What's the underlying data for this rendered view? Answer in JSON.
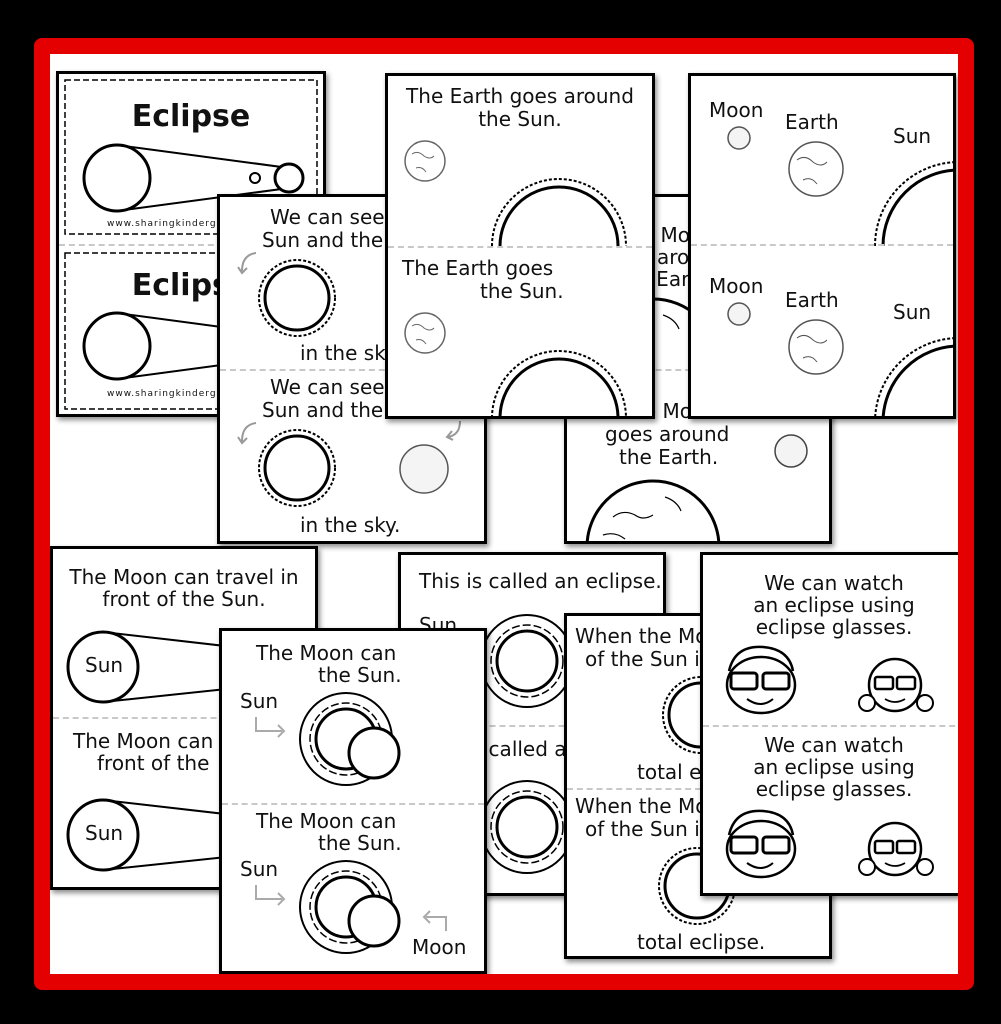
{
  "labels": {
    "eclipse_title": "Eclipse",
    "website": "www.sharingkinderg",
    "sun": "Sun",
    "moon": "Moon",
    "earth": "Earth",
    "in_the_sky": "in the sky.",
    "total_eclipse": "total eclipse.",
    "total_e": "total e"
  },
  "card_text": {
    "see_1": "We can see",
    "see_2": "Sun and the",
    "earth_around_1": "The Earth goes around",
    "earth_around_2": "the Sun.",
    "earth_around_cut": "The Earth goes",
    "earth_around_cut2": "the Sun.",
    "moon_around_top_1": "The Mo",
    "moon_around_top_2": "goes aroun",
    "moon_around_top_3": "the Earth",
    "moon_around_1": "The Moon",
    "moon_around_2": "goes around",
    "moon_around_3": "the Earth.",
    "travel_1": "The Moon can travel in",
    "travel_2": "front of the Sun.",
    "travel_cut_1": "The Moon can t",
    "travel_cut_2": "front of the",
    "moon_can_1": "The Moon can",
    "moon_can_2": "the Sun.",
    "called": "This is called an eclipse.",
    "called_cut": "This is called ar",
    "when_1": "When the Mo",
    "when_2": "of the Sun i",
    "watch_1": "We can watch",
    "watch_2": "an eclipse  using",
    "watch_3": "eclipse glasses."
  },
  "colors": {
    "frame": "#e40000",
    "background": "#000000",
    "ink": "#111111",
    "dash": "#c8c8c8"
  }
}
